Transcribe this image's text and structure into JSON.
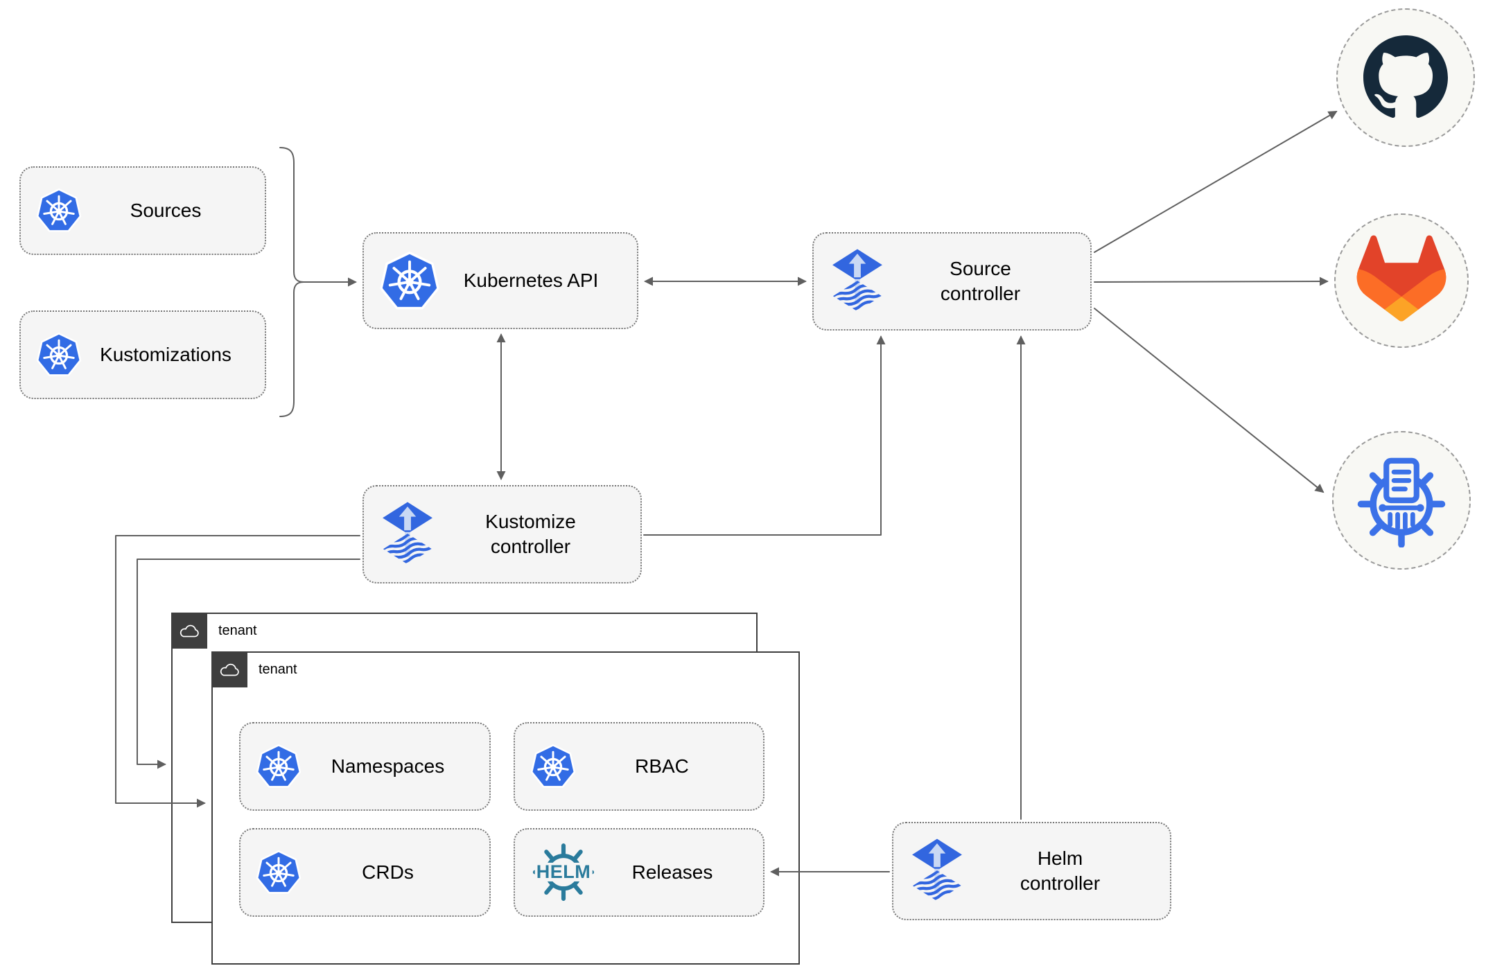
{
  "nodes": {
    "sources": {
      "label": "Sources"
    },
    "kustomizations": {
      "label": "Kustomizations"
    },
    "kubernetes_api": {
      "label": "Kubernetes API"
    },
    "source_controller": {
      "label": "Source\ncontroller"
    },
    "kustomize_controller": {
      "label": "Kustomize\ncontroller"
    },
    "helm_controller": {
      "label": "Helm\ncontroller"
    },
    "tenant_outer": {
      "label": "tenant"
    },
    "tenant_inner": {
      "label": "tenant"
    },
    "namespaces": {
      "label": "Namespaces"
    },
    "rbac": {
      "label": "RBAC"
    },
    "crds": {
      "label": "CRDs"
    },
    "releases": {
      "label": "Releases",
      "badge": "HELM"
    }
  },
  "remotes": {
    "github": {
      "name": "GitHub repository"
    },
    "gitlab": {
      "name": "GitLab repository"
    },
    "chartmuseum": {
      "name": "Helm chart repository"
    }
  },
  "icons": {
    "kubernetes": "blue heptagon with white ship wheel",
    "flux": "blue diamond with light up-arrow over wavy-stripe diamond",
    "helm": "teal helm wheel with HELM wordmark",
    "github": "octocat mark in circle",
    "gitlab": "tanuki fox",
    "chartmuseum": "blue wheel with document and museum columns",
    "tenant": "white outline cloud on dark square"
  },
  "edges": [
    {
      "from": "sources+kustomizations",
      "to": "kubernetes-api",
      "style": "arrow"
    },
    {
      "from": "kubernetes-api",
      "to": "source-controller",
      "style": "double-arrow"
    },
    {
      "from": "kubernetes-api",
      "to": "kustomize-controller",
      "style": "double-arrow"
    },
    {
      "from": "kustomize-controller",
      "to": "source-controller",
      "style": "arrow"
    },
    {
      "from": "kustomize-controller",
      "to": "tenant-inner",
      "style": "arrow"
    },
    {
      "from": "kustomize-controller",
      "to": "tenant-outer",
      "style": "arrow"
    },
    {
      "from": "helm-controller",
      "to": "source-controller",
      "style": "arrow"
    },
    {
      "from": "helm-controller",
      "to": "releases",
      "style": "arrow"
    },
    {
      "from": "source-controller",
      "to": "github",
      "style": "arrow"
    },
    {
      "from": "source-controller",
      "to": "gitlab",
      "style": "arrow"
    },
    {
      "from": "source-controller",
      "to": "chartmuseum",
      "style": "arrow"
    }
  ],
  "colors": {
    "kubernetes_blue": "#326CE5",
    "flux_blue": "#3266DF",
    "flux_arrow_light": "#C9D8F4",
    "helm_teal": "#2A7B9C",
    "chartmuseum_blue": "#3B71E8",
    "github_navy": "#15293A",
    "gitlab_red_orange": "#E24329",
    "gitlab_orange": "#FC6D26",
    "gitlab_yellow": "#FCA326",
    "node_fill": "#F5F5F5",
    "line_gray": "#5F5F5F",
    "tenant_dark": "#3E3E3E"
  }
}
